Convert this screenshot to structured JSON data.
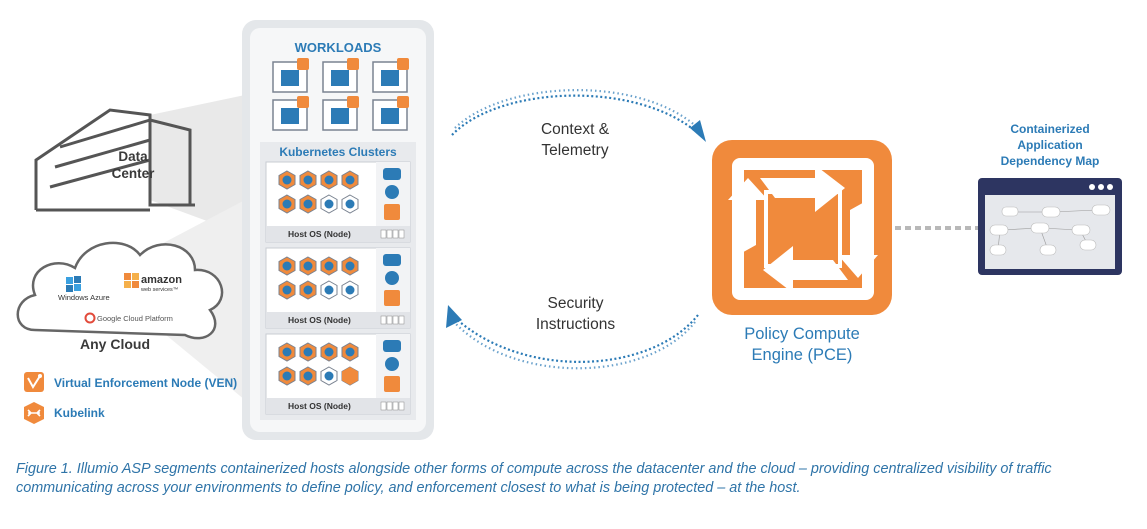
{
  "workloads_title": "WORKLOADS",
  "k8s_title": "Kubernetes Clusters",
  "host_label": "Host OS (Node)",
  "data_center": "Data\nCenter",
  "any_cloud": "Any Cloud",
  "cloud_logos": {
    "azure": "Windows Azure",
    "amazon": "amazon",
    "amazon_sub": "web services™",
    "google": "Google Cloud Platform"
  },
  "context": "Context &\nTelemetry",
  "security": "Security\nInstructions",
  "pce": "Policy Compute\nEngine (PCE)",
  "map_title": "Containerized\nApplication\nDependency Map",
  "legend": [
    {
      "icon": "ven-icon",
      "label": "Virtual Enforcement Node (VEN)"
    },
    {
      "icon": "kubelink-icon",
      "label": "Kubelink"
    }
  ],
  "caption": "Figure 1. Illumio ASP segments containerized hosts alongside other forms of compute across the datacenter and the cloud – providing centralized visibility of traffic communicating across your environments to define policy, and enforcement closest to what is being protected – at the host.",
  "colors": {
    "orange": "#f08a3c",
    "blue": "#2c7bb6",
    "navy": "#2d3561",
    "panel": "#eef0f3"
  }
}
